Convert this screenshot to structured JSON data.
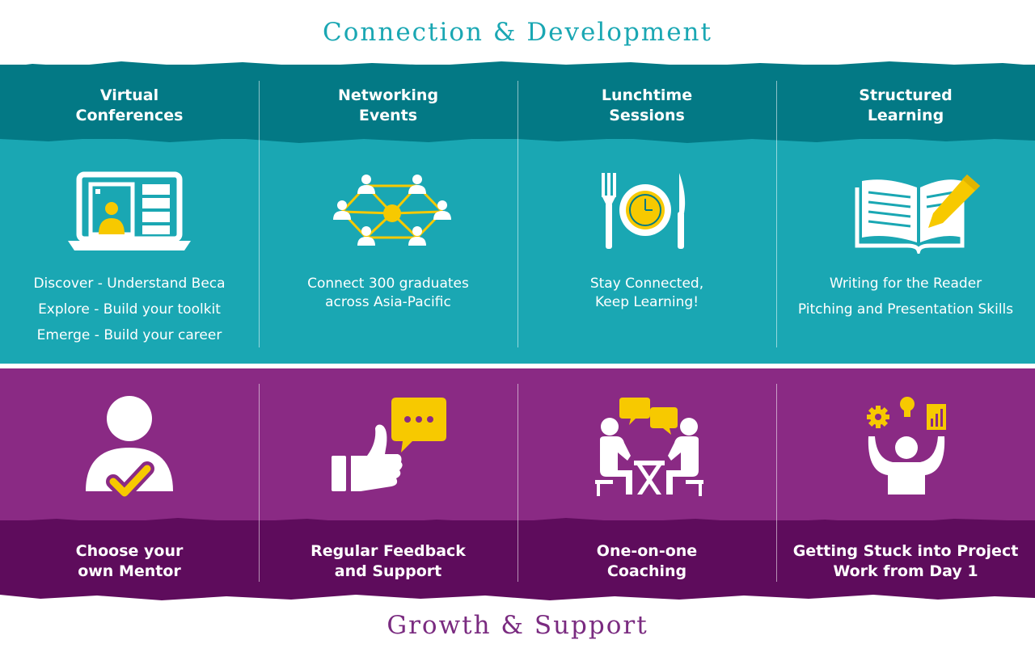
{
  "titles": {
    "top": "Connection & Development",
    "bottom": "Growth & Support"
  },
  "colors": {
    "teal": "#1aa7b3",
    "teal_dark": "#037985",
    "purple": "#8a2a84",
    "purple_dark": "#5e0c5c",
    "yellow": "#f7c900",
    "white": "#ffffff"
  },
  "connection": [
    {
      "heading": [
        "Virtual",
        "Conferences"
      ],
      "icon": "laptop-video-call-icon",
      "lines": [
        "Discover - Understand Beca",
        "Explore - Build your toolkit",
        "Emerge - Build your career"
      ]
    },
    {
      "heading": [
        "Networking",
        "Events"
      ],
      "icon": "network-people-icon",
      "lines": [
        "Connect 300 graduates",
        "across Asia-Pacific"
      ]
    },
    {
      "heading": [
        "Lunchtime",
        "Sessions"
      ],
      "icon": "lunch-clock-icon",
      "lines": [
        "Stay Connected,",
        "Keep Learning!"
      ]
    },
    {
      "heading": [
        "Structured",
        "Learning"
      ],
      "icon": "book-pencil-icon",
      "lines": [
        "Writing for the Reader",
        "Pitching and Presentation Skills"
      ]
    }
  ],
  "growth": [
    {
      "heading": [
        "Choose your",
        "own Mentor"
      ],
      "icon": "mentor-check-icon"
    },
    {
      "heading": [
        "Regular Feedback",
        "and Support"
      ],
      "icon": "thumbs-up-chat-icon"
    },
    {
      "heading": [
        "One-on-one",
        "Coaching"
      ],
      "icon": "coaching-conversation-icon"
    },
    {
      "heading": [
        "Getting Stuck into Project",
        "Work from Day 1"
      ],
      "icon": "celebrating-person-icon"
    }
  ]
}
